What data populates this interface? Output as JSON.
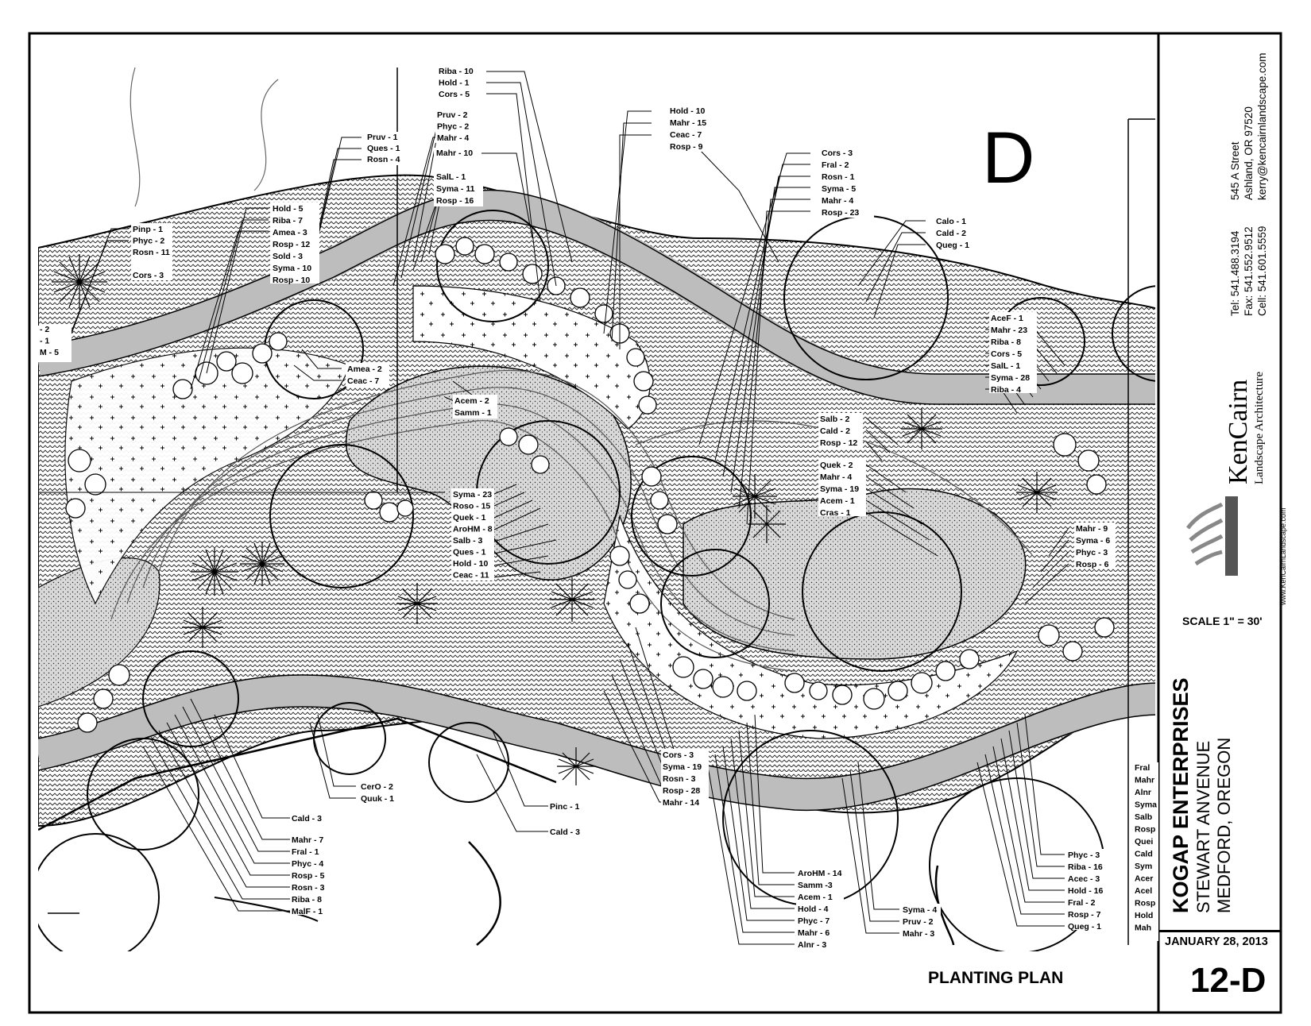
{
  "sheet": {
    "section_letter": "D",
    "plan_title": "PLANTING PLAN"
  },
  "title_block": {
    "contact": {
      "tel": "Tel: 541.488.3194",
      "fax": "Fax: 541.552.9512",
      "cell": "Cell: 541.601.5559",
      "street": "545 A Street",
      "city": "Ashland, OR 97520",
      "email": "kerry@kencairnlandscape.com"
    },
    "firm_name": "KenCairn",
    "firm_subtitle": "Landscape Architecture",
    "website": "www.KenCairnLandscape.com",
    "scale": "SCALE 1\" = 30'",
    "client": "KOGAP ENTERPRISES",
    "project_street": "STEWART ANVENUE",
    "project_city": "MEDFORD, OREGON",
    "date": "JANUARY 28, 2013",
    "sheet_number": "12-D"
  },
  "plant_labels": {
    "group_top_center": [
      "Riba - 10",
      "Hold - 1",
      "Cors - 5"
    ],
    "group_pruv": [
      "Pruv - 2",
      "Phyc - 2",
      "Mahr - 4"
    ],
    "group_mahr10": [
      "Mahr - 10"
    ],
    "group_sall": [
      "SalL - 1",
      "Syma - 11",
      "Rosp - 16"
    ],
    "group_hold10": [
      "Hold - 10",
      "Mahr - 15",
      "Ceac - 7",
      "Rosp - 9"
    ],
    "group_cors3": [
      "Cors - 3",
      "Fral - 2",
      "Rosn - 1",
      "Syma - 5",
      "Mahr - 4",
      "Rosp - 23"
    ],
    "group_calo": [
      "Calo - 1",
      "Cald - 2",
      "Queg - 1"
    ],
    "group_pruv1": [
      "Pruv - 1",
      "Ques - 1",
      "Rosn - 4"
    ],
    "group_hold5": [
      "Hold - 5",
      "Riba - 7",
      "Amea - 3",
      "Rosp - 12",
      "Sold - 3",
      "Syma - 10",
      "Rosp - 10"
    ],
    "group_pinp": [
      "Pinp - 1",
      "Phyc - 2",
      "Rosn - 11",
      "",
      "Cors - 3"
    ],
    "group_left_edge": [
      "- 2",
      "- 1",
      "M - 5"
    ],
    "group_amea2": [
      "Amea - 2",
      "Ceac - 7"
    ],
    "group_acer": [
      "Acem - 2",
      "Samm - 1"
    ],
    "group_acef": [
      "AceF - 1",
      "Mahr - 23",
      "Riba - 8",
      "Cors - 5",
      "SalL - 1",
      "Syma - 28",
      "Riba - 4"
    ],
    "group_salb2": [
      "Salb - 2",
      "Cald - 2",
      "Rosp - 12"
    ],
    "group_quek2": [
      "Quek - 2",
      "Mahr - 4",
      "Syma - 19",
      "Acem - 1",
      "Cras - 1"
    ],
    "group_syma23": [
      "Syma - 23",
      "Roso - 15",
      "Quek - 1",
      "AroHM - 8",
      "Salb - 3",
      "Ques - 1",
      "Hold - 10",
      "Ceac - 11"
    ],
    "group_mahr9": [
      "Mahr - 9",
      "Syma - 6",
      "Phyc - 3",
      "Rosp - 6"
    ],
    "group_cors3b": [
      "Cors - 3",
      "Syma - 19",
      "Rosn - 3",
      "Rosp - 28",
      "Mahr - 14"
    ],
    "group_cero": [
      "CerO - 2",
      "Quuk - 1"
    ],
    "group_pinc": [
      "Pinc - 1"
    ],
    "group_cald3b": [
      "Cald - 3"
    ],
    "group_cald3a": [
      "Cald - 3"
    ],
    "group_bottom_left": [
      "Mahr - 7",
      "Fral - 1",
      "Phyc - 4",
      "Rosp - 5",
      "Rosn - 3",
      "Riba - 8",
      "MalF - 1"
    ],
    "group_arohm14": [
      "AroHM - 14",
      "Samm -3",
      "Acem - 1",
      "Hold - 4",
      "Phyc - 7",
      "Mahr - 6",
      "Alnr - 3"
    ],
    "group_syma4": [
      "Syma - 4",
      "Pruv - 2",
      "Mahr - 3"
    ],
    "group_phyc3": [
      "Phyc - 3",
      "Riba - 16",
      "Acec - 3",
      "Hold - 16",
      "Fral - 2",
      "Rosp - 7",
      "Queg - 1"
    ],
    "group_right_cut": [
      "Fral",
      "Mahr",
      "Alnr",
      "Syma",
      "Salb",
      "Rosp",
      "Quei",
      "Cald",
      "Sym",
      "Acer",
      "Acel",
      "Rosp",
      "Hold",
      "Mah"
    ]
  }
}
